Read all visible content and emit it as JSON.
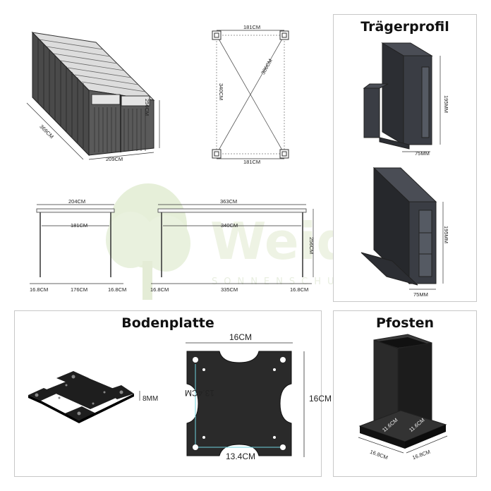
{
  "watermark": {
    "word": "Weide",
    "tagline": "SONNENSCHUTZ"
  },
  "shed": {
    "height": "256CM",
    "depth": "369CM",
    "width": "209CM"
  },
  "floorplan": {
    "top": "181CM",
    "bottom": "181CM",
    "left": "340CM",
    "diagonal": "386CM"
  },
  "elevation_front": {
    "outer": "204CM",
    "inner": "181CM",
    "post_left": "16.8CM",
    "span": "176CM",
    "post_right": "16.8CM"
  },
  "elevation_side": {
    "outer": "363CM",
    "inner": "340CM",
    "height": "256CM",
    "post_left": "16.8CM",
    "span": "335CM",
    "post_right": "16.8CM"
  },
  "traeger": {
    "title": "Trägerprofil",
    "top_height": "195MM",
    "top_width": "75MM",
    "bottom_height": "195MM",
    "bottom_width": "75MM"
  },
  "bodenplatte": {
    "title": "Bodenplatte",
    "thickness": "8MM",
    "width": "16CM",
    "height": "16CM",
    "inner_vertical": "13.4CM",
    "inner_horizontal": "13.4CM"
  },
  "pfosten": {
    "title": "Pfosten",
    "inner_a": "11.6CM",
    "inner_b": "11.6CM",
    "base_a": "16.8CM",
    "base_b": "16.8CM"
  }
}
